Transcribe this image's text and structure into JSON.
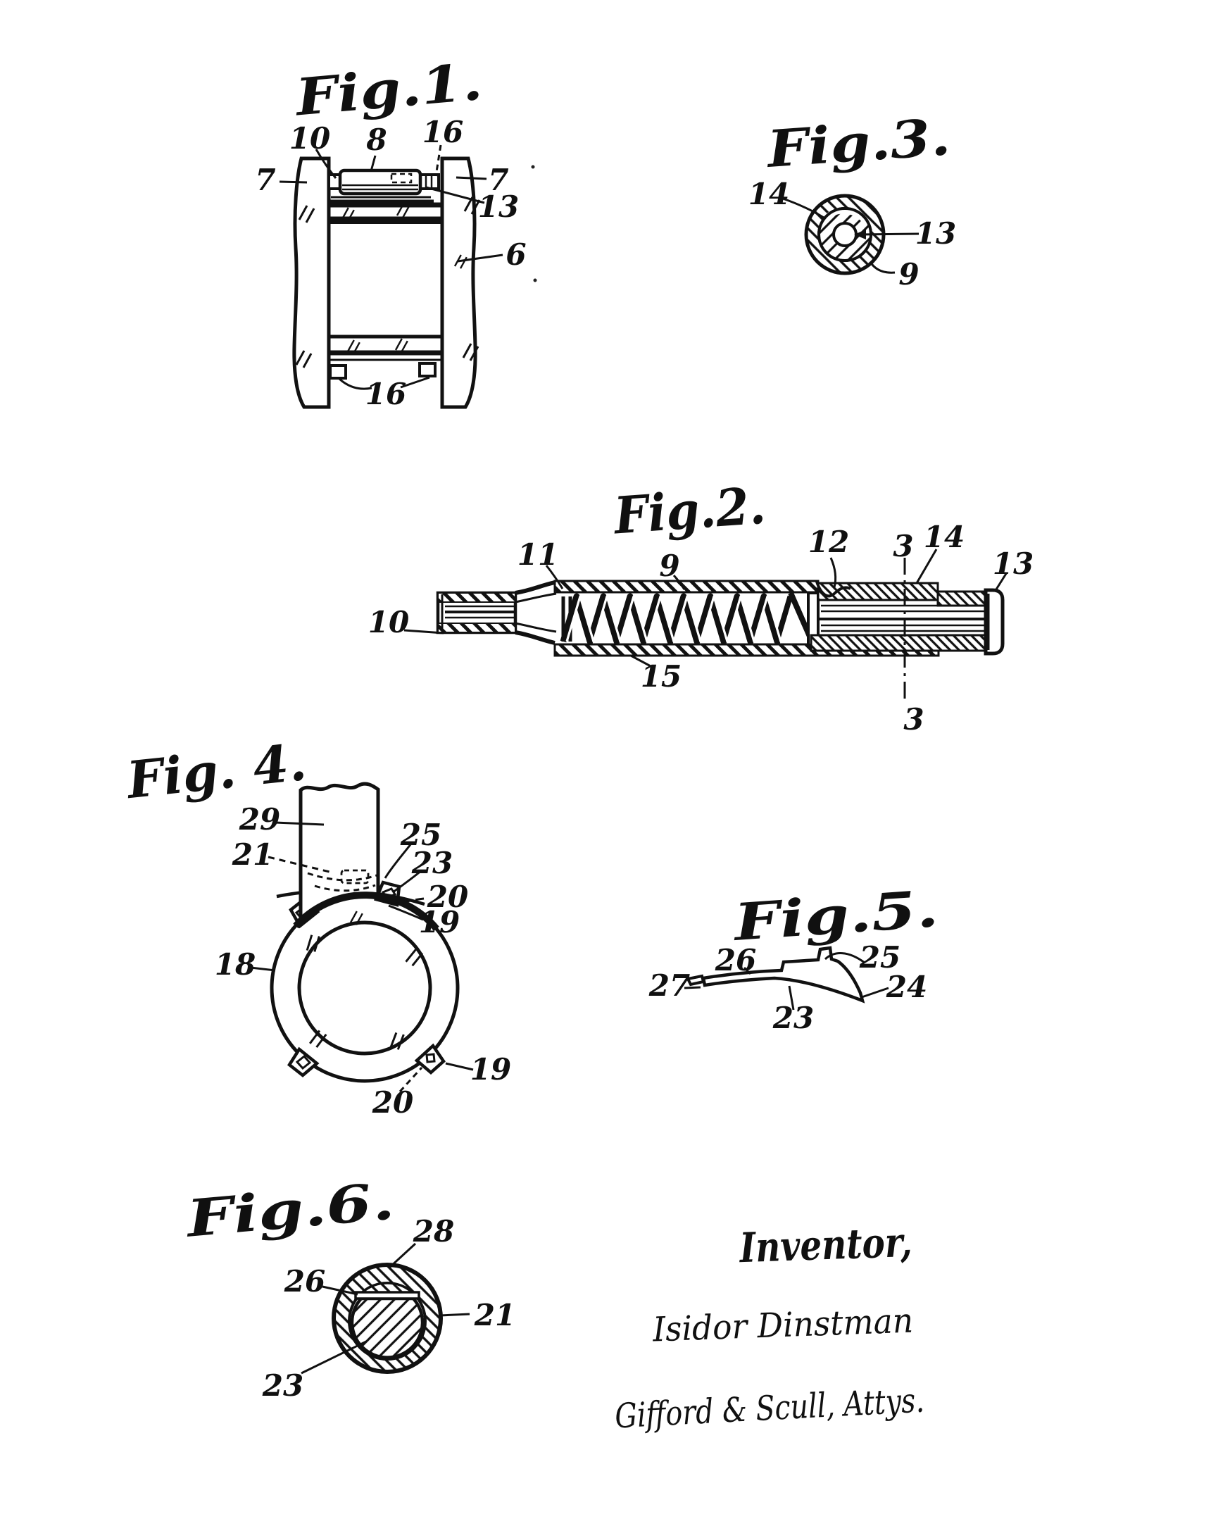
{
  "sheet": {
    "kind": "patent-drawing-page",
    "paper_color": "#ffffff",
    "ink_color": "#111111"
  },
  "figures": {
    "fig1": {
      "title": "Fig.1.",
      "labels": {
        "n10": "10",
        "n8": "8",
        "n16_top": "16",
        "n7_left": "7",
        "n7_right": "7",
        "n13": "13",
        "n6": "6",
        "n16_bottom": "16"
      }
    },
    "fig2": {
      "title": "Fig.2.",
      "labels": {
        "n10": "10",
        "n11": "11",
        "n9": "9",
        "n15": "15",
        "n12": "12",
        "n3_top": "3",
        "n14": "14",
        "n13": "13",
        "n3_bottom": "3"
      }
    },
    "fig3": {
      "title": "Fig.3.",
      "labels": {
        "n14": "14",
        "n13": "13",
        "n9": "9"
      }
    },
    "fig4": {
      "title": "Fig. 4.",
      "labels": {
        "n29": "29",
        "n21": "21",
        "n25": "25",
        "n23": "23",
        "n20_top": "20",
        "n19_top": "19",
        "n18": "18",
        "n19_bottom": "19",
        "n20_bottom": "20"
      }
    },
    "fig5": {
      "title": "Fig.5.",
      "labels": {
        "n27": "27",
        "n26": "26",
        "n25": "25",
        "n24": "24",
        "n23": "23"
      }
    },
    "fig6": {
      "title": "Fig.6.",
      "labels": {
        "n28": "28",
        "n26": "26",
        "n21": "21",
        "n23": "23"
      }
    }
  },
  "signature": {
    "role": "Inventor,",
    "inventor_name": "Isidor Dinstman",
    "attorneys": "Gifford & Scull, Attys."
  }
}
